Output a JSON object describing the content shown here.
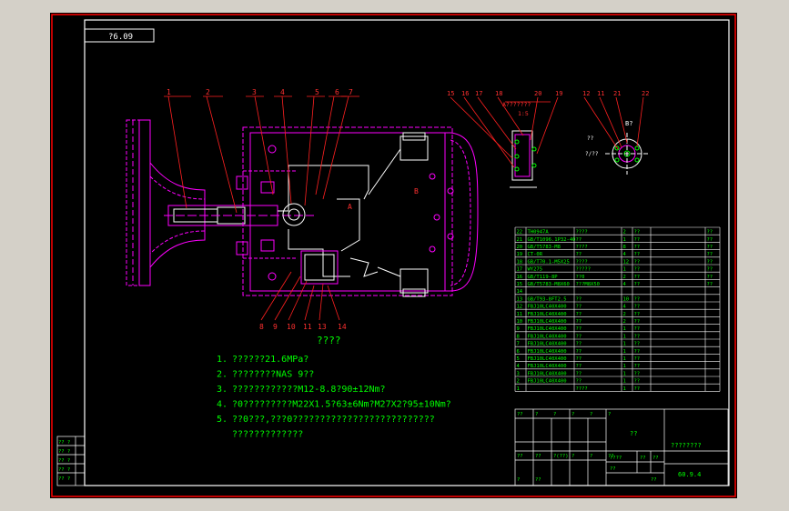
{
  "drawing": {
    "code_box": "?6.09",
    "view_title": "????",
    "view_a_label": "A",
    "view_b_label": "B",
    "section_a_title": "A???????",
    "section_a_sub": "1:5",
    "section_b_title": "B?",
    "section_b_sub1": "??",
    "section_b_sub2": "?/??"
  },
  "balloons": {
    "top_left": [
      "1",
      "2",
      "3",
      "4",
      "5",
      "6",
      "7"
    ],
    "bottom": [
      "8",
      "9",
      "10",
      "11",
      "13",
      "14"
    ],
    "top_right_a": [
      "15",
      "16",
      "17",
      "18",
      "20",
      "19"
    ],
    "top_right_b": [
      "12",
      "11",
      "21",
      "22"
    ]
  },
  "notes": [
    {
      "num": "1.",
      "text": "??????21.6MPa?"
    },
    {
      "num": "2.",
      "text": "????????NAS 9??"
    },
    {
      "num": "3.",
      "text": "????????????M12-8.8?90±12Nm?"
    },
    {
      "num": "4.",
      "text": "?0?????????M22X1.5?63±6Nm?M27X2?95±10Nm?"
    },
    {
      "num": "5.",
      "text": "??0???,???0??????????????????????????"
    },
    {
      "num": "",
      "text": "?????????????"
    }
  ],
  "bom_rows": [
    [
      "22",
      "TH0947A",
      "????",
      "2",
      "??",
      "",
      "??"
    ],
    [
      "21",
      "GB/T1096.1P32-40",
      "?? ",
      "1",
      "??",
      "",
      "??"
    ],
    [
      "20",
      "GB/T5783-M8",
      "????",
      "8",
      "??",
      "",
      "??"
    ],
    [
      "19",
      "CT-0R",
      "??",
      "4",
      "??",
      "",
      "??"
    ],
    [
      "18",
      "GB/T70.1-M5X25",
      "????",
      "12",
      "??",
      "",
      "??"
    ],
    [
      "17",
      "WY275",
      "?????",
      "1",
      "??",
      "",
      "??"
    ],
    [
      "16",
      "GB/T119-8P",
      "??0",
      "2",
      "??",
      "",
      "??"
    ],
    [
      "15",
      "GB/T5783-M8X60",
      "???M8X50",
      "4",
      "??",
      "",
      "??"
    ],
    [
      "14",
      "",
      "",
      "",
      "",
      "",
      ""
    ],
    [
      "13",
      "GB/T93-8FT2.5",
      "??",
      "10",
      "??",
      "",
      ""
    ],
    [
      "12",
      "FBJ10LC40X400",
      "??",
      "4",
      "??",
      "",
      ""
    ],
    [
      "11",
      "FBJ10LC40X400",
      "??",
      "2",
      "??",
      "",
      ""
    ],
    [
      "10",
      "FBJ10LC40X400",
      "??",
      "2",
      "??",
      "",
      ""
    ],
    [
      "9",
      "FBJ10LC40X400",
      "??",
      "1",
      "??",
      "",
      ""
    ],
    [
      "8",
      "FBJ10LC40X400",
      "??",
      "1",
      "??",
      "",
      ""
    ],
    [
      "7",
      "FBJ10LC40X400",
      "??",
      "1",
      "??",
      "",
      ""
    ],
    [
      "6",
      "FBJ10LC40X400",
      "??",
      "1",
      "??",
      "",
      ""
    ],
    [
      "5",
      "FBJ10LC40X400",
      "??",
      "1",
      "??",
      "",
      ""
    ],
    [
      "4",
      "FBJ10LC40X400",
      "??",
      "1",
      "??",
      "",
      ""
    ],
    [
      "3",
      "FBJ10LC40X400",
      "??",
      "1",
      "??",
      "",
      ""
    ],
    [
      "2",
      "FBJ10LC40X400",
      "??",
      "1",
      "??",
      "",
      ""
    ],
    [
      "1",
      "",
      "????",
      "1",
      "??",
      "",
      ""
    ]
  ],
  "title_block": {
    "drawing_name": "????????",
    "part_code": "60.9.4",
    "center_label": "??",
    "row1": [
      "??",
      "?",
      "?",
      "?",
      "?",
      "?"
    ],
    "row2": [
      "??",
      "??",
      "?(??)",
      "?",
      "?",
      "??"
    ],
    "sheet_label": "????",
    "sheet_cells": [
      "??",
      "??",
      "??"
    ],
    "bottom_cells": [
      "?",
      "??",
      "??"
    ]
  },
  "left_table": {
    "rows": [
      "?? ?",
      "?? ?",
      "?? ?",
      "?? ?",
      "?? ?"
    ]
  },
  "colors": {
    "background": "#000000",
    "frame": "#ffffff",
    "outer_frame": "#ff0000",
    "part": "#ff00ff",
    "text": "#00ff00",
    "leader": "#ff2020",
    "table_line": "#ffffff"
  }
}
